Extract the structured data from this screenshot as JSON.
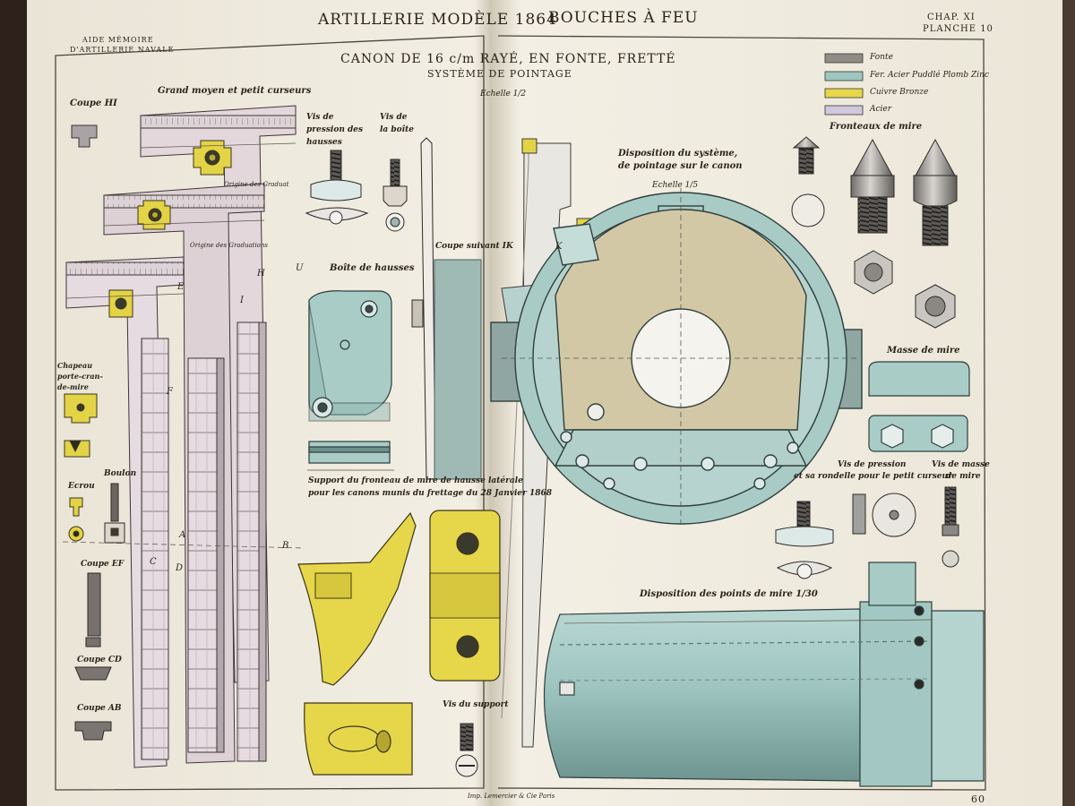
{
  "header": {
    "series": "ARTILLERIE MODÈLE 1864",
    "section": "BOUCHES À FEU",
    "chapter": "CHAP. XI",
    "plate": "PLANCHE 10",
    "book_line1": "AIDE MÉMOIRE",
    "book_line2": "D'ARTILLERIE NAVALE",
    "title": "CANON DE 16 c/m RAYÉ, EN FONTE, FRETTÉ",
    "subtitle": "SYSTÈME DE POINTAGE",
    "scale": "Echelle 1/2",
    "page_number": "60",
    "imprint": "Imp. Lemercier & Cie Paris"
  },
  "legend": [
    {
      "label": "Fonte",
      "color": "#8f8b86"
    },
    {
      "label": "Fer. Acier Puddlé Plomb Zinc",
      "color": "#9fc6c0"
    },
    {
      "label": "Cuivre Bronze",
      "color": "#e6d64a"
    },
    {
      "label": "Acier",
      "color": "#cfc8de"
    }
  ],
  "labels": {
    "coupe_hi": "Coupe HI",
    "grand_moyen": "Grand moyen et petit curseurs",
    "vis_pression_hausses": "Vis de pression des hausses",
    "vis_boite": "Vis de la boîte",
    "origine_graduat": "Origine des Graduat",
    "origine_graduations": "Origine des Graduations",
    "boite_hausses": "Boîte de hausses",
    "coupe_ik": "Coupe suivant IK",
    "chapeau": "Chapeau porte-cran-de-mire",
    "boulon": "Boulon",
    "ecrou": "Ecrou",
    "coupe_ef": "Coupe EF",
    "coupe_cd": "Coupe CD",
    "coupe_ab": "Coupe AB",
    "disposition_line1": "Disposition du système,",
    "disposition_line2": "de pointage sur le canon",
    "echelle_1_5": "Echelle 1/5",
    "fronteaux": "Fronteaux de mire",
    "masse": "Masse de mire",
    "vis_pression_line1": "Vis de pression",
    "vis_pression_line2": "et sa rondelle pour le petit curseur",
    "vis_masse_line1": "Vis de masse",
    "vis_masse_line2": "de mire",
    "support_line1": "Support du fronteau de mire de hausse latérale",
    "support_line2": "pour les canons munis du frettage du 28 Janvier 1868",
    "points_mire": "Disposition des points de mire 1/30",
    "vis_support": "Vis du support"
  },
  "letters": {
    "E": "E",
    "F": "F",
    "H": "H",
    "I": "I",
    "U": "U",
    "K": "K",
    "A": "A",
    "B": "B",
    "C": "C",
    "D": "D"
  }
}
